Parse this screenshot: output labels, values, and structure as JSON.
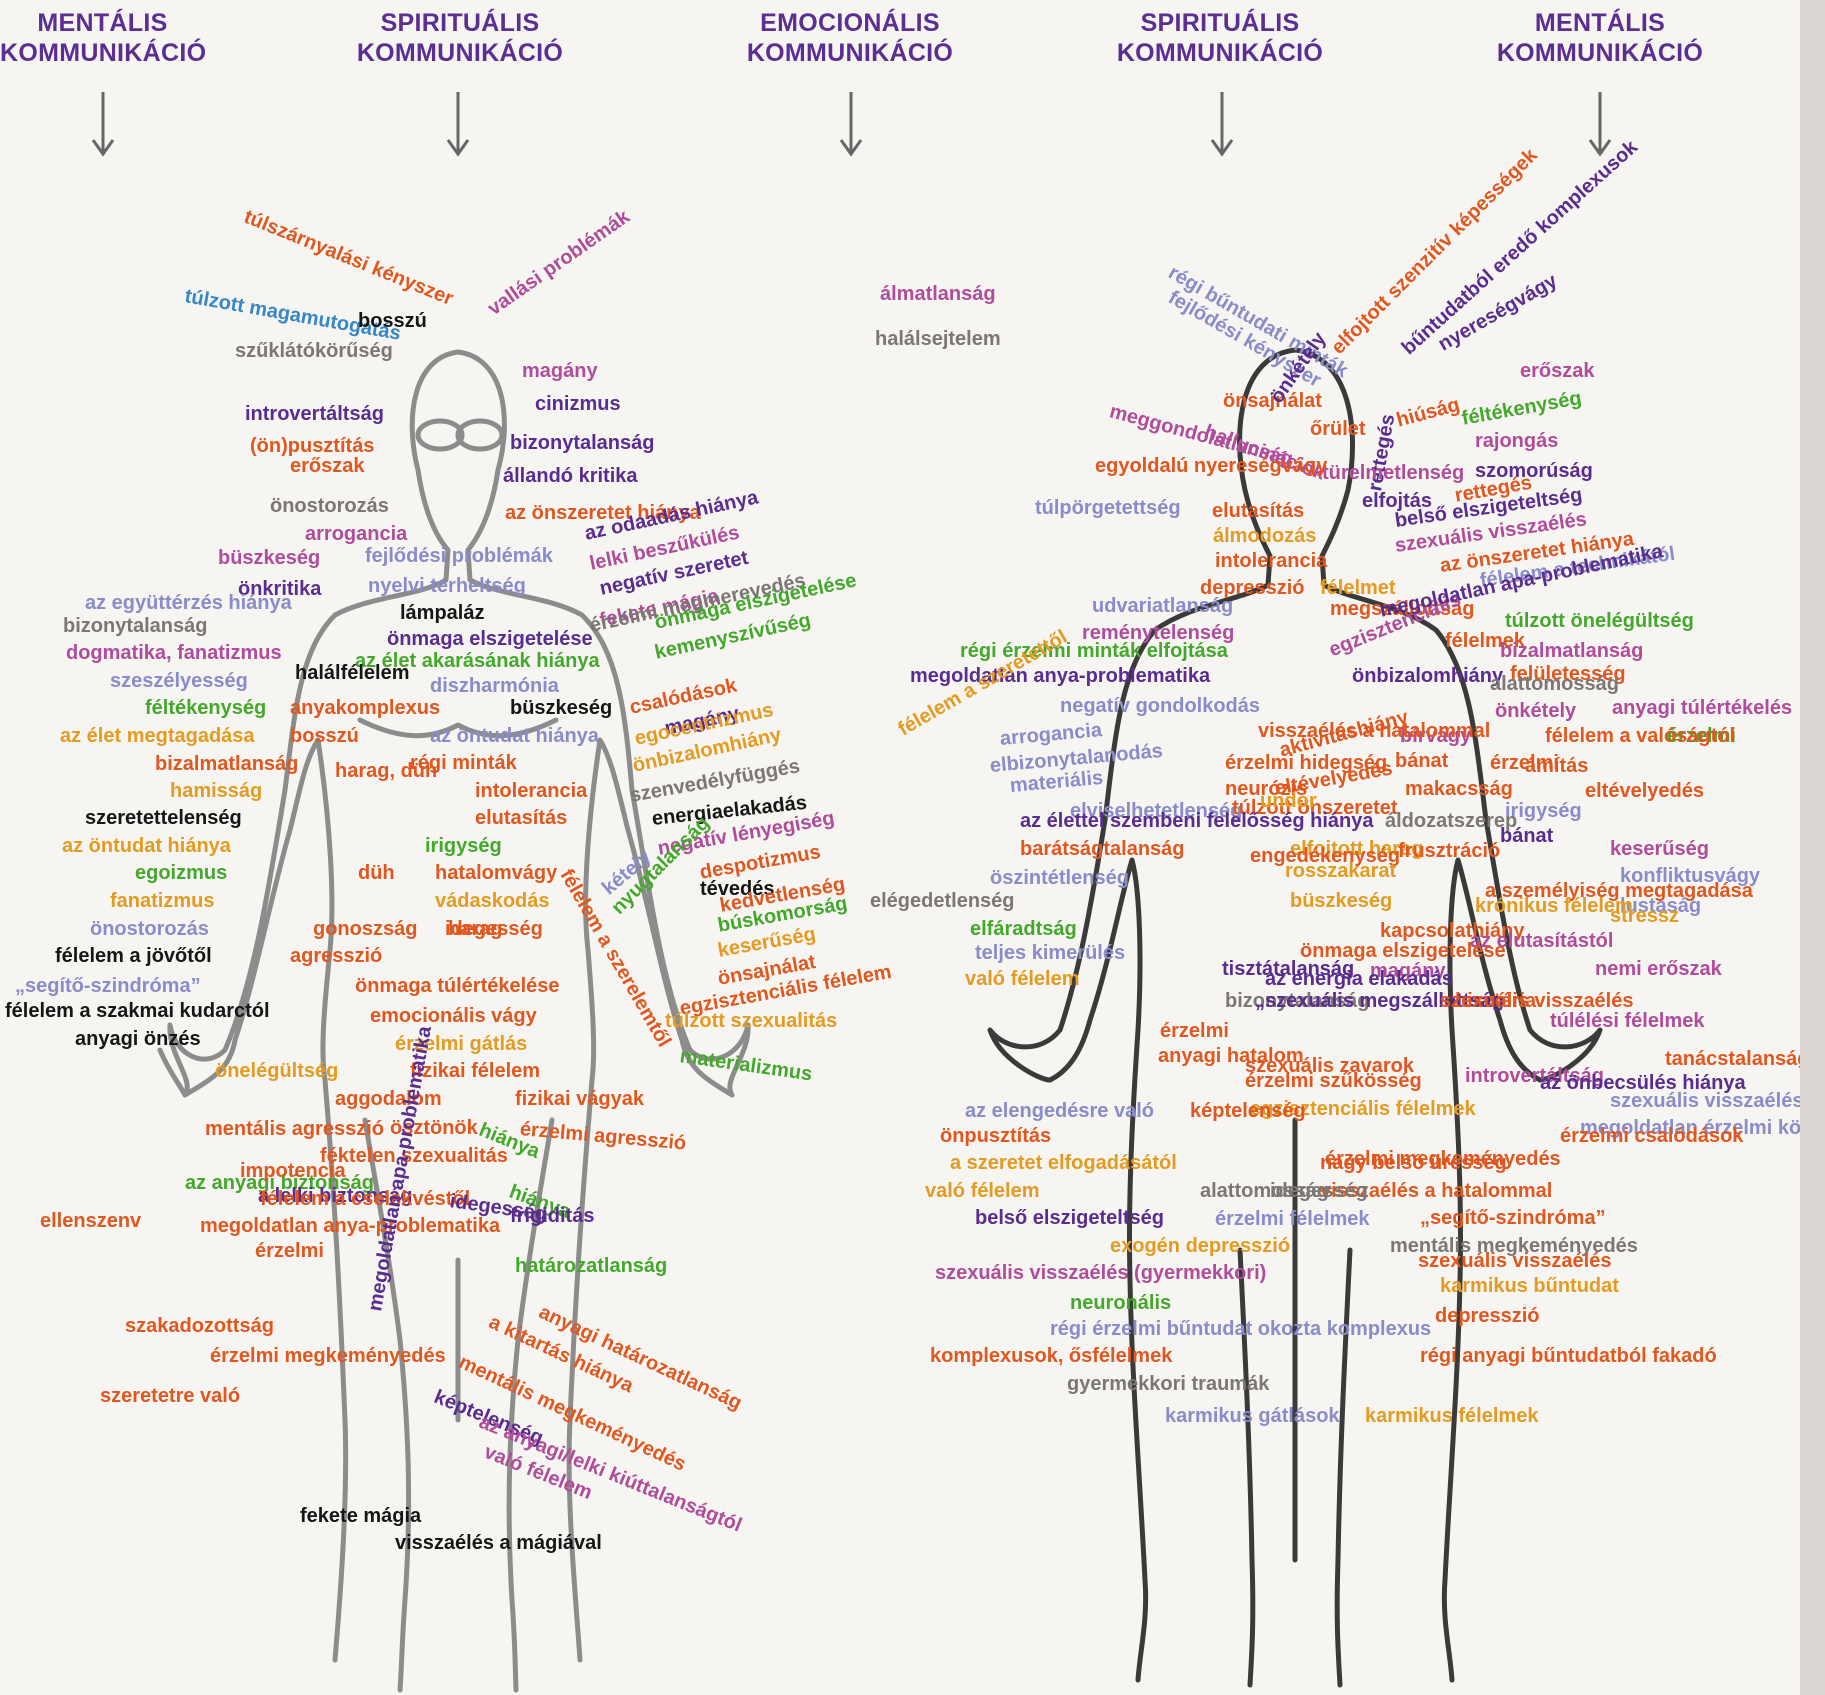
{
  "headers": [
    {
      "line1": "MENTÁLIS",
      "line2": "KOMMUNIKÁCIÓ"
    },
    {
      "line1": "SPIRITUÁLIS",
      "line2": "KOMMUNIKÁCIÓ"
    },
    {
      "line1": "EMOCIONÁLIS",
      "line2": "KOMMUNIKÁCIÓ"
    },
    {
      "line1": "SPIRITUÁLIS",
      "line2": "KOMMUNIKÁCIÓ"
    },
    {
      "line1": "MENTÁLIS",
      "line2": "KOMMUNIKÁCIÓ"
    }
  ],
  "colors": {
    "header": "#5b2e91",
    "orange": "#e0571f",
    "amber": "#e39b22",
    "purple": "#5a2c8e",
    "magenta": "#b04c9c",
    "green": "#43a82c",
    "blue": "#3587c9",
    "lavender": "#8a8bc9",
    "gray": "#7a7774",
    "black": "#161616",
    "outline_left": "#8c8c8c",
    "outline_right": "#3a3a3a"
  },
  "left_figure_labels": [
    "túlszárnyalási kényszer",
    "vallási problémák",
    "túlzott magamutogatás",
    "bosszú",
    "szűklátókörűség",
    "magány",
    "introvertáltság",
    "cinizmus",
    "(ön)pusztítás",
    "bizonytalanság",
    "erőszak",
    "állandó kritika",
    "önostorozás",
    "az önszeretet hiánya",
    "arrogancia",
    "az odaadás hiánya",
    "büszkeség",
    "fejlődési problémák",
    "lelki beszűkülés",
    "önkritika",
    "nyelvi terheltség",
    "negatív szeretet",
    "az együttérzés hiánya",
    "lámpaláz",
    "fekete mágia",
    "érzelmi megmerevedés",
    "önmaga elszigetelése",
    "bizonytalanság",
    "önmaga elszigetelése",
    "dogmatika, fanatizmus",
    "kemenyszívűség",
    "az élet akarásának hiánya",
    "halálfélelem",
    "szeszélyesség",
    "diszharmónia",
    "féltékenység",
    "anyakomplexus",
    "büszkeség",
    "csalódások",
    "az élet megtagadása",
    "bosszú",
    "magány",
    "az öntudat hiánya",
    "bizalmatlanság",
    "egocentrizmus",
    "régi minták",
    "önbizalomhiány",
    "hamisság",
    "harag, düh",
    "intolerancia",
    "szenvedélyfüggés",
    "szeretettelenség",
    "elutasítás",
    "energiaelakadás",
    "az öntudat hiánya",
    "irigység",
    "negatív lényegiség",
    "egoizmus",
    "düh",
    "hatalomvágy",
    "despotizmus",
    "fanatizmus",
    "vádaskodás",
    "kétely",
    "önostorozás",
    "tévedés",
    "félelem a szerelemtől",
    "félelem a jövőtől",
    "harag",
    "nyugtalanság",
    "gonoszság",
    "kedvetlenség",
    "idegesség",
    "„segítő-szindróma”",
    "agresszió",
    "búskomorság",
    "keserűség",
    "félelem a szakmai kudarctól",
    "önsajnálat",
    "önmaga túlértékelése",
    "egzisztenciális félelem",
    "anyagi önzés",
    "emocionális vágy",
    "érzelmi gátlás",
    "önelégültség",
    "fizikai félelem",
    "túlzott szexualitás",
    "aggodalom",
    "fizikai vágyak",
    "materializmus",
    "ösztönök",
    "mentális agresszió",
    "érzelmi agresszió",
    "féktelen szexualitás",
    "az anyagi biztonság",
    "hiánya",
    "a lelki biztonság",
    "impotencia",
    "hiánya",
    "frigiditás",
    "félelem a cselekvéstől",
    "megoldatlan anya-problematika",
    "megoldatlan apa-problematika",
    "idegesség",
    "ellenszenv",
    "érzelmi",
    "határozatlanság",
    "anyagi határozatlanság",
    "a kitartás hiánya",
    "szakadozottság",
    "mentális megkeményedés",
    "érzelmi megkeményedés",
    "szeretetre való",
    "képtelenség",
    "az anyagi/lelki kiúttalanságtól",
    "való félelem",
    "fekete mágia",
    "visszaélés a mágiával"
  ],
  "center_labels": [
    "álmatlanság",
    "halálsejtelem"
  ],
  "right_figure_labels": [
    "régi bűntudati minták",
    "fejlődési kényszer",
    "elfojtott szenzitív képességek",
    "bűntudatból eredő komplexusok",
    "nyereségvágy",
    "önsajnálat",
    "önkétely",
    "erőszak",
    "hallucinációk",
    "meggondolatlanság",
    "őrület",
    "hiúság",
    "féltékenység",
    "rettegés",
    "rajongás",
    "türelmetlenség",
    "szomorúság",
    "elfojtás",
    "rettegés",
    "egyoldalú nyereségvágy",
    "túlpörgetettség",
    "elutasítás",
    "belső elszigeteltség",
    "álmodozás",
    "szexuális visszaélés",
    "intolerancia",
    "az önszeretet hiánya",
    "depresszió",
    "félelem a technikától",
    "félelmet",
    "udvariatlanság",
    "megszállottság",
    "reménytelenség",
    "egzisztenciális",
    "megoldatlan apa-problematika",
    "túlzott önelégültség",
    "régi érzelmi minták elfojtása",
    "megoldatlan anya-problematika",
    "félelmek",
    "bizalmatlanság",
    "önbizalomhiány",
    "felületesség",
    "negatív gondolkodás",
    "alattomosság",
    "félelem a szeretettől",
    "önkétely",
    "anyagi túlértékelés",
    "arrogancia",
    "bírvágy",
    "érzelmi",
    "visszaélés a hatalommal",
    "félelem a valóságtól",
    "bánat",
    "ámítás",
    "elbizonytalanodás",
    "aktivitáshiány",
    "érzelmi hidegség",
    "érzelmi",
    "materiális",
    "neurózis",
    "makacsság",
    "eltévelyedés",
    "eltévelyedés",
    "elviselhetetlenség",
    "túlzott önszeretet",
    "undor",
    "irigység",
    "az élettel szembeni felelősség hiánya",
    "áldozatszerep",
    "bánat",
    "barátságtalanság",
    "elfojtott harag",
    "keserűség",
    "engedékenység",
    "frusztráció",
    "öszintétlenség",
    "rosszakarat",
    "a személyiség megtagadása",
    "konfliktusvágy",
    "elégedetlenség",
    "büszkeség",
    "lustaság",
    "krónikus félelem",
    "stressz",
    "elfáradtság",
    "kapcsolathiány",
    "az elutasítástól",
    "teljes kimerülés",
    "önmaga elszigetelése",
    "magány",
    "való félelem",
    "tisztátalanság",
    "az energia elakadás",
    "nemi erőszak",
    "bizonytalanság",
    "hisztéria",
    "„szexuális megszállottság",
    "szexuális visszaélés",
    "érzelmi",
    "túlélési félelmek",
    "anyagi hatalom",
    "tanácstalanság",
    "szexuális zavarok",
    "introvertáltság",
    "érzelmi szűkösség",
    "az önbecsülés hiánya",
    "egzisztenciális félelmek",
    "szexuális visszaélés (fiatalkori)",
    "az elengedésre való",
    "képtelenség",
    "megoldatlan érzelmi kötődések",
    "önpusztítás",
    "érzelmi csalódások",
    "a szeretet elfogadásától",
    "nagy belső üresség",
    "érzelmi megkeményedés",
    "való félelem",
    "visszaélés a hatalommal",
    "alattomosság",
    "idegesség",
    "„segítő-szindróma”",
    "belső elszigeteltség",
    "érzelmi félelmek",
    "mentális megkeményedés",
    "exogén depresszió",
    "szexuális visszaélés",
    "szexuális visszaélés (gyermekkori)",
    "karmikus bűntudat",
    "neuronális",
    "depresszió",
    "régi érzelmi bűntudat okozta komplexus",
    "régi anyagi bűntudatból fakadó",
    "komplexusok, ősfélelmek",
    "gyermekkori traumák",
    "karmikus gátlások",
    "karmikus félelmek"
  ]
}
